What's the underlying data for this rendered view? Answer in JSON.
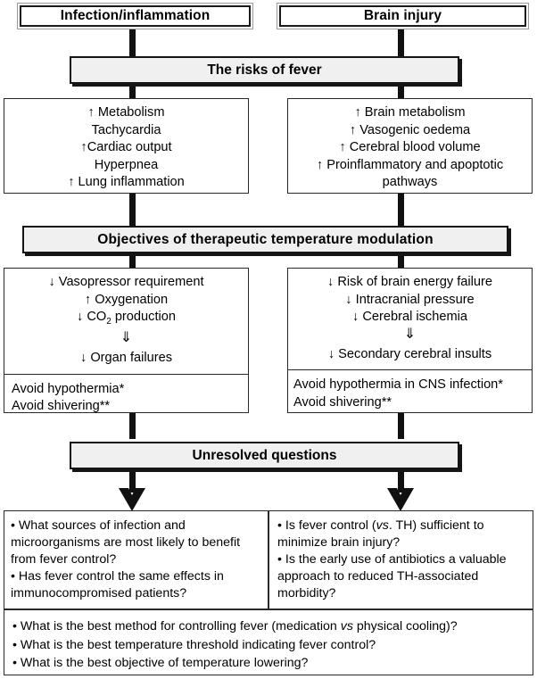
{
  "diagram": {
    "title": "The risks of fever / therapeutic temperature modulation flowchart",
    "accent_fill": "#f0f0f0",
    "line_color": "#151515"
  },
  "top_boxes": {
    "left": "Infection/inflammation",
    "right": "Brain injury"
  },
  "banner_risks": "The risks of fever",
  "risks": {
    "left": [
      "↑ Metabolism",
      "Tachycardia",
      "↑Cardiac output",
      "Hyperpnea",
      "↑ Lung inflammation"
    ],
    "right": [
      "↑ Brain metabolism",
      "↑ Vasogenic oedema",
      "↑ Cerebral blood volume",
      "↑ Proinflammatory and apoptotic",
      "pathways"
    ]
  },
  "banner_objectives": "Objectives of therapeutic  temperature  modulation",
  "objectives": {
    "left": {
      "items_before": [
        "↓ Vasopressor requirement",
        "↑ Oxygenation"
      ],
      "co2_line_prefix": "↓ CO",
      "co2_sub": "2",
      "co2_line_suffix": " production",
      "double_arrow": "⇓",
      "item_after": "↓ Organ failures",
      "cautions": [
        "Avoid hypothermia*",
        "Avoid shivering**"
      ]
    },
    "right": {
      "items_before": [
        "↓ Risk of brain energy failure",
        "↓ Intracranial pressure",
        "↓ Cerebral ischemia"
      ],
      "double_arrow": "⇓",
      "item_after": "↓ Secondary cerebral insults",
      "cautions": [
        "Avoid hypothermia in CNS infection*",
        "Avoid shivering**"
      ]
    }
  },
  "banner_questions": "Unresolved questions",
  "questions": {
    "left": [
      "• What sources of infection and microorganisms are most likely to benefit from fever control?",
      "• Has fever control the same effects in immunocompromised  patients?"
    ],
    "right_part1_pre": "• Is fever  control (",
    "right_part1_italic": "vs",
    "right_part1_post": ".  TH) sufficient to minimize  brain injury?",
    "right_part2": "• Is the early use of antibiotics a valuable approach to reduced TH-associated morbidity?",
    "bottom": {
      "line1_pre": "• What is the best method for controlling fever (medication ",
      "line1_italic": "vs",
      "line1_post": " physical cooling)?",
      "line2": "• What is the best temperature threshold indicating fever control?",
      "line3": "• What is the best objective of temperature lowering?"
    }
  },
  "icons": {
    "arrow_down_head": "arrow-down-head"
  }
}
